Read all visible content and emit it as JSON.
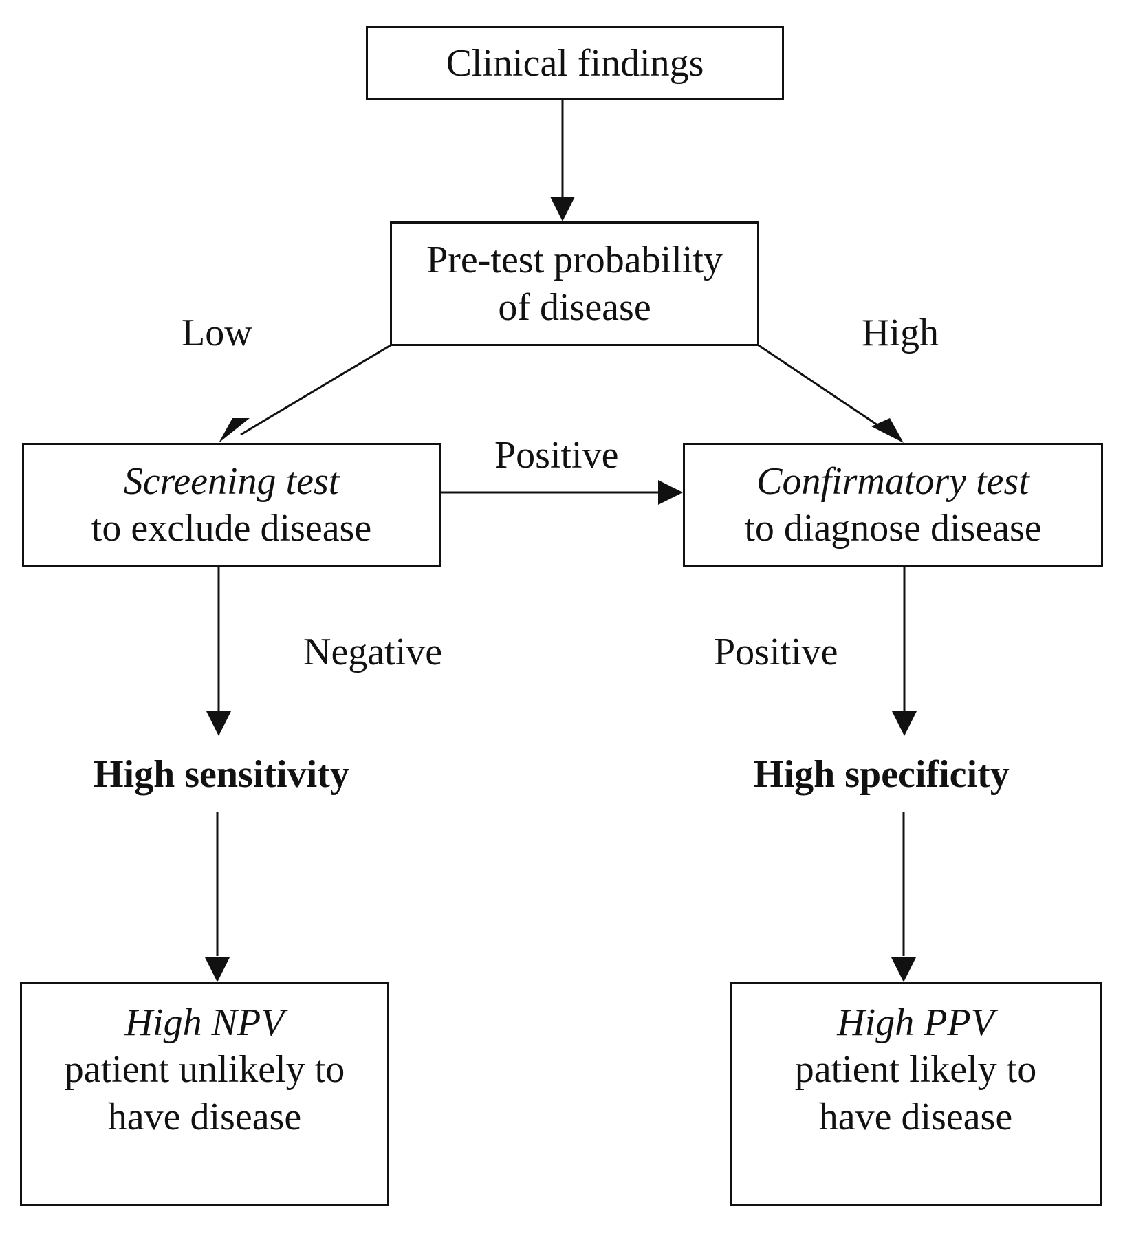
{
  "nodes": {
    "clinical_findings": {
      "text": "Clinical findings"
    },
    "pretest": {
      "line1": "Pre-test probability",
      "line2": "of disease"
    },
    "screening": {
      "title": "Screening test",
      "subtitle": "to exclude disease"
    },
    "confirmatory": {
      "title": "Confirmatory test",
      "subtitle": "to diagnose disease"
    },
    "high_sensitivity": {
      "text": "High sensitivity"
    },
    "high_specificity": {
      "text": "High specificity"
    },
    "high_npv": {
      "title": "High NPV",
      "line1": "patient unlikely to",
      "line2": "have disease"
    },
    "high_ppv": {
      "title": "High PPV",
      "line1": "patient likely to",
      "line2": "have disease"
    }
  },
  "edge_labels": {
    "low": "Low",
    "high": "High",
    "screening_positive": "Positive",
    "screening_negative": "Negative",
    "confirmatory_positive": "Positive"
  }
}
